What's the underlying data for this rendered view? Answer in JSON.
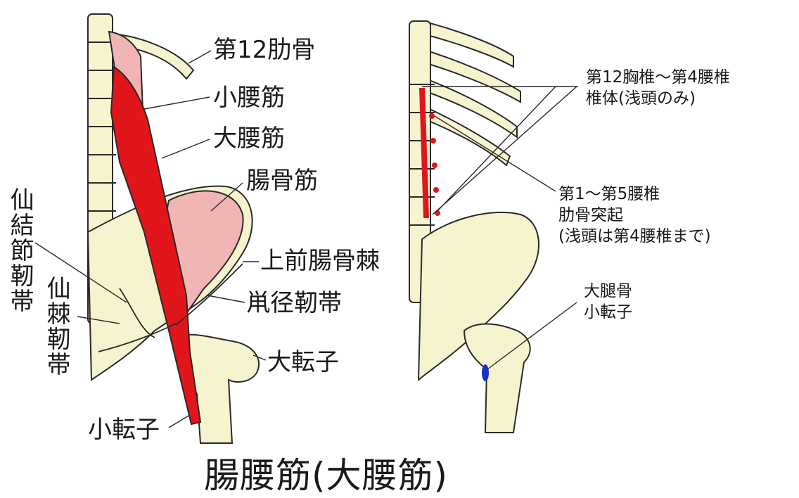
{
  "title": "腸腰筋(大腰筋)",
  "left_labels": {
    "rib12": "第12肋骨",
    "psoas_minor": "小腰筋",
    "psoas_major": "大腰筋",
    "iliacus": "腸骨筋",
    "asis": "上前腸骨棘",
    "inguinal_lig": "鼡径靭帯",
    "greater_trochanter": "大転子",
    "lesser_trochanter": "小転子",
    "sacrotuberous_lig": "仙結節靭帯",
    "sacrospinous_lig": "仙棘靭帯"
  },
  "right_labels": {
    "origin_body_line1": "第12胸椎～第4腰椎",
    "origin_body_line2": "椎体(浅頭のみ)",
    "origin_tp_line1": "第1～第5腰椎",
    "origin_tp_line2": "肋骨突起",
    "origin_tp_line3": "(浅頭は第4腰椎まで)",
    "insertion_line1": "大腿骨",
    "insertion_line2": "小転子"
  },
  "colors": {
    "bone": "#f6f3cf",
    "outline": "#2a2a2a",
    "muscle_red": "#e0161b",
    "muscle_pink": "#f2b5b5",
    "insertion_blue": "#1a2ec8"
  }
}
